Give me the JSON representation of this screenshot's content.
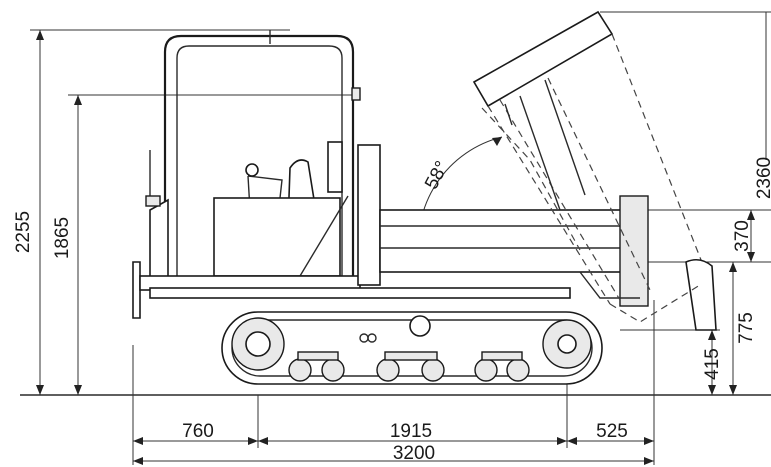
{
  "dimensions": {
    "overall_height": "2255",
    "seat_height": "1865",
    "dump_height": "2360",
    "bed_depth": "370",
    "lift_height": "775",
    "bed_lip": "415",
    "front_overhang": "760",
    "track_length": "1915",
    "rear_overhang": "525",
    "overall_length": "3200",
    "dump_angle": "58°"
  }
}
